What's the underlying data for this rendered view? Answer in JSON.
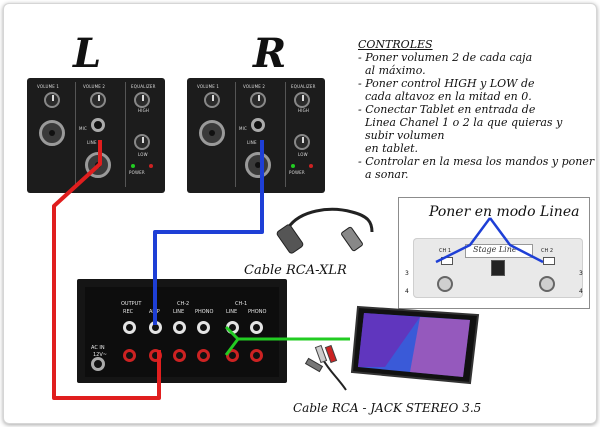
{
  "speakers": {
    "left_letter": "L",
    "right_letter": "R"
  },
  "panel_labels": {
    "volume1": "VOLUME 1",
    "volume2": "VOLUME 2",
    "equalizer": "EQUALIZER",
    "high": "HIGH",
    "low": "LOW",
    "mic": "MIC",
    "line": "LINE",
    "power": "POWER"
  },
  "instructions": {
    "title": "CONTROLES",
    "lines": [
      "- Poner volumen 2 de cada caja",
      "al máximo.",
      "- Poner control HIGH y LOW de",
      "cada altavoz en la mitad en 0.",
      "- Conectar Tablet en entrada de",
      "Linea Chanel 1 o 2 la que quieras y",
      "subir volumen",
      "en tablet.",
      "- Controlar en la mesa los mandos y poner",
      "a sonar."
    ]
  },
  "linea_box": {
    "title": "Poner en modo Linea",
    "brand": "Stage Line",
    "ch1": "CH 1",
    "ch2": "CH 2",
    "n3_left": "3",
    "n4_left": "4",
    "n3_right": "3",
    "n4_right": "4"
  },
  "mixer": {
    "output": "OUTPUT",
    "ch2": "CH-2",
    "ch1": "CH-1",
    "rec": "REC",
    "amp": "AMP",
    "line_a": "LINE",
    "phono_a": "PHONO",
    "line_b": "LINE",
    "phono_b": "PHONO",
    "ac_in": "AC IN",
    "voltage": "12V~"
  },
  "captions": {
    "xlr": "Cable RCA-XLR",
    "jack": "Cable RCA - JACK STEREO 3.5"
  },
  "colors": {
    "red_cable": "#e01e1e",
    "blue_cable": "#1e3fd6",
    "green_cable": "#22cc22"
  }
}
